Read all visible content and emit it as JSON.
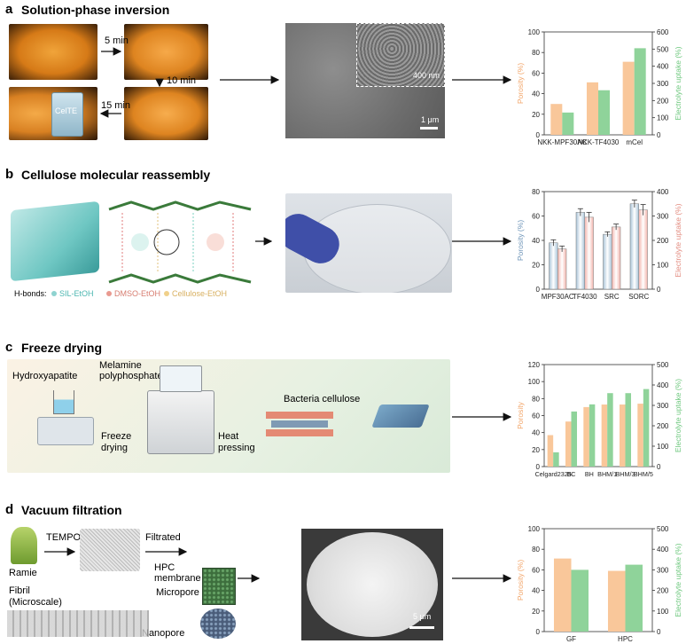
{
  "panels": {
    "a": {
      "letter": "a",
      "title": "Solution-phase inversion",
      "t1": "5 min",
      "t2": "10 min",
      "t3": "15 min",
      "jar_label": "CelTE",
      "sem_scale": "1 μm",
      "inset_scale": "400 nm"
    },
    "b": {
      "letter": "b",
      "title": "Cellulose molecular reassembly",
      "hbonds_label": "H-bonds:",
      "hb1": "SIL-EtOH",
      "hb2": "DMSO-EtOH",
      "hb3": "Cellulose-EtOH"
    },
    "c": {
      "letter": "c",
      "title": "Freeze drying",
      "hydroxyapatite": "Hydroxyapatite",
      "melamine": "Melamine polyphosphate",
      "freeze": "Freeze drying",
      "heat": "Heat pressing",
      "bacteria": "Bacteria cellulose"
    },
    "d": {
      "letter": "d",
      "title": "Vacuum filtration",
      "tempo": "TEMPO",
      "filtrated": "Filtrated",
      "hpc_membrane": "HPC membrane",
      "ramie": "Ramie",
      "fibril": "Fibril (Microscale)",
      "micropore": "Micropore",
      "nanopore": "Nanopore",
      "scale": "5 μm"
    }
  },
  "colors": {
    "porosity_orange": "#f9c79a",
    "uptake_green": "#8fd39a",
    "porosity_blue": "#a9c4d8",
    "uptake_pink": "#f3b5ad"
  },
  "chart_data": [
    {
      "type": "bar",
      "categories": [
        "NKK-MPF30AC",
        "NKK-TF4030",
        "mCel"
      ],
      "ylabel": "Porosity (%)",
      "y2label": "Electrolyte uptake (%)",
      "ylim": [
        0,
        100
      ],
      "y2lim": [
        0,
        600
      ],
      "yticks": [
        0,
        20,
        40,
        60,
        80,
        100
      ],
      "y2ticks": [
        0,
        100,
        200,
        300,
        400,
        500,
        600
      ],
      "series": [
        {
          "values": [
            30,
            51,
            71
          ],
          "axis": "left"
        },
        {
          "values": [
            130,
            260,
            505
          ],
          "axis": "right"
        }
      ]
    },
    {
      "type": "bar",
      "categories": [
        "MPF30AC",
        "TF4030",
        "SRC",
        "SORC"
      ],
      "ylabel": "Porosity (%)",
      "y2label": "Electrolyte uptake (%)",
      "ylim": [
        0,
        80
      ],
      "y2lim": [
        0,
        400
      ],
      "yticks": [
        0,
        20,
        40,
        60,
        80
      ],
      "y2ticks": [
        0,
        100,
        200,
        300,
        400
      ],
      "series": [
        {
          "values": [
            38,
            63,
            45,
            70
          ],
          "errors": [
            2.5,
            3,
            2,
            3
          ],
          "axis": "left"
        },
        {
          "values": [
            165,
            295,
            255,
            325
          ],
          "errors": [
            12,
            20,
            12,
            22
          ],
          "axis": "right"
        }
      ]
    },
    {
      "type": "bar",
      "categories": [
        "Celgard2325",
        "BC",
        "BH",
        "BHM/1",
        "BHM/3",
        "BHM/5"
      ],
      "ylabel": "Porosity",
      "y2label": "Electrolyte uptake (%)",
      "ylim": [
        0,
        120
      ],
      "y2lim": [
        0,
        500
      ],
      "yticks": [
        0,
        20,
        40,
        60,
        80,
        100,
        120
      ],
      "y2ticks": [
        0,
        100,
        200,
        300,
        400,
        500
      ],
      "series": [
        {
          "values": [
            37,
            53,
            70,
            73,
            73,
            74
          ],
          "axis": "left"
        },
        {
          "values": [
            70,
            270,
            305,
            360,
            360,
            380
          ],
          "axis": "right"
        }
      ]
    },
    {
      "type": "bar",
      "categories": [
        "GF",
        "HPC"
      ],
      "ylabel": "Porosity (%)",
      "y2label": "Electrolyte uptake (%)",
      "ylim": [
        0,
        100
      ],
      "y2lim": [
        0,
        500
      ],
      "yticks": [
        0,
        20,
        40,
        60,
        80,
        100
      ],
      "y2ticks": [
        0,
        100,
        200,
        300,
        400,
        500
      ],
      "series": [
        {
          "values": [
            71,
            59
          ],
          "axis": "left"
        },
        {
          "values": [
            300,
            325
          ],
          "axis": "right"
        }
      ]
    }
  ]
}
